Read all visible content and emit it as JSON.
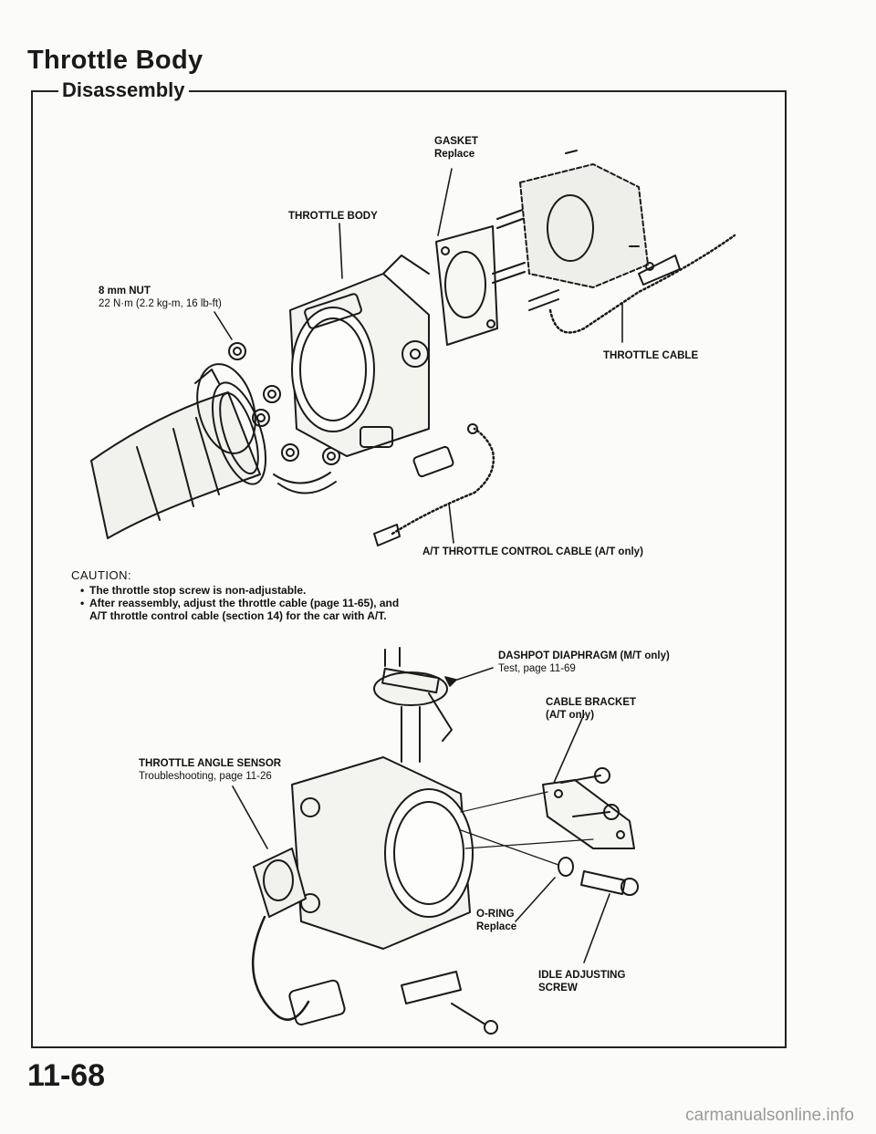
{
  "header": {
    "title": "Throttle Body",
    "section": "Disassembly"
  },
  "labels": {
    "gasket": "GASKET",
    "gasket_note": "Replace",
    "throttle_body": "THROTTLE BODY",
    "nut": "8 mm NUT",
    "nut_torque": "22 N·m (2.2 kg-m, 16 lb-ft)",
    "throttle_cable": "THROTTLE CABLE",
    "at_cable": "A/T THROTTLE CONTROL CABLE (A/T only)",
    "dashpot": "DASHPOT DIAPHRAGM (M/T only)",
    "dashpot_note": "Test, page 11-69",
    "cable_bracket": "CABLE BRACKET",
    "cable_bracket_note": "(A/T only)",
    "tas": "THROTTLE ANGLE SENSOR",
    "tas_note": "Troubleshooting, page 11-26",
    "oring": "O-RING",
    "oring_note": "Replace",
    "idle_screw_1": "IDLE ADJUSTING",
    "idle_screw_2": "SCREW"
  },
  "caution": {
    "heading": "CAUTION:",
    "items": [
      "The throttle stop screw is non-adjustable.",
      "After reassembly, adjust the throttle cable (page 11-65), and A/T throttle control cable (section 14) for the car with A/T."
    ]
  },
  "footer": {
    "page_number": "11-68",
    "watermark": "carmanualsonline.info"
  }
}
